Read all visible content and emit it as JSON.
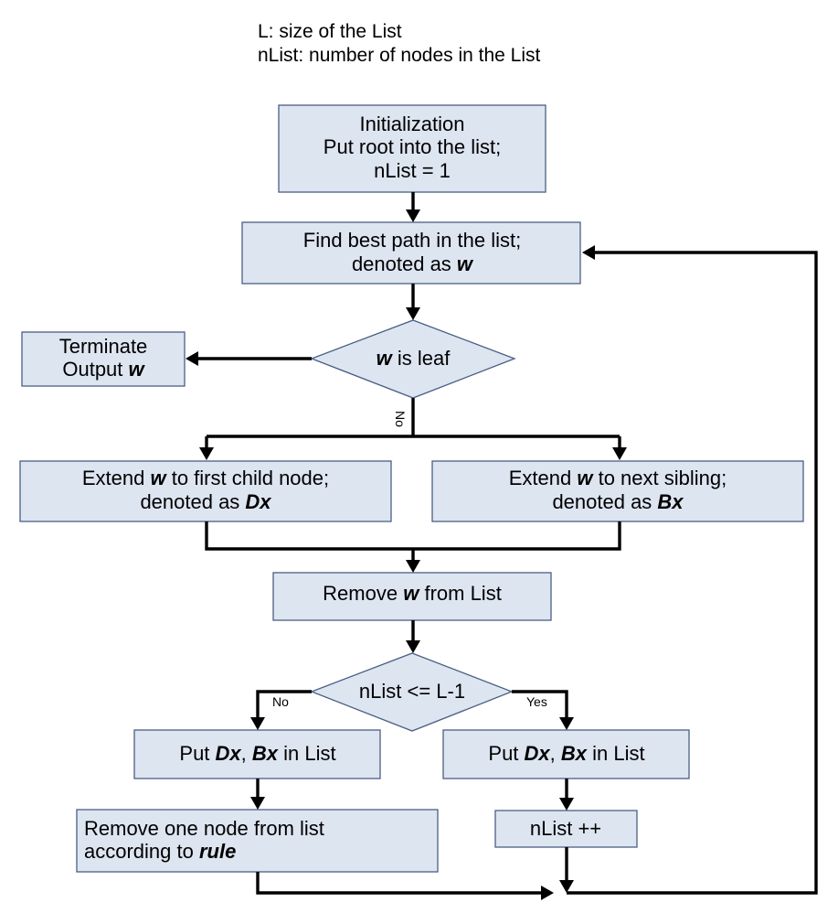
{
  "legend": {
    "line1": "L: size of the List",
    "line2": "nList: number of nodes in the List"
  },
  "nodes": {
    "init": {
      "line1": "Initialization",
      "line2": "Put root into the list;",
      "line3": "nList = 1"
    },
    "find": {
      "line1": "Find best path in the list;",
      "line2_pre": "denoted as ",
      "line2_var": "w"
    },
    "terminate": {
      "line1": "Terminate",
      "line2_pre": "Output ",
      "line2_var": "w"
    },
    "leaf": {
      "var": "w",
      "text": " is leaf"
    },
    "extend_child": {
      "pre": "Extend ",
      "var": "w",
      "post": " to first child node;",
      "line2_pre": "denoted as ",
      "line2_var": "Dx"
    },
    "extend_sibling": {
      "pre": "Extend ",
      "var": "w",
      "post": " to next sibling;",
      "line2_pre": "denoted as ",
      "line2_var": "Bx"
    },
    "remove_w": {
      "pre": "Remove ",
      "var": "w",
      "post": " from List"
    },
    "check": {
      "text": "nList <= L-1"
    },
    "put_left": {
      "pre": "Put ",
      "v1": "Dx",
      "mid": ", ",
      "v2": "Bx",
      "post": " in List"
    },
    "put_right": {
      "pre": "Put ",
      "v1": "Dx",
      "mid": ", ",
      "v2": "Bx",
      "post": " in List"
    },
    "remove_one": {
      "line1": "Remove one node from list",
      "line2_pre": "according to ",
      "line2_var": "rule"
    },
    "increment": {
      "text": "nList ++"
    }
  },
  "edges": {
    "leaf_no": "No",
    "check_no": "No",
    "check_yes": "Yes"
  }
}
